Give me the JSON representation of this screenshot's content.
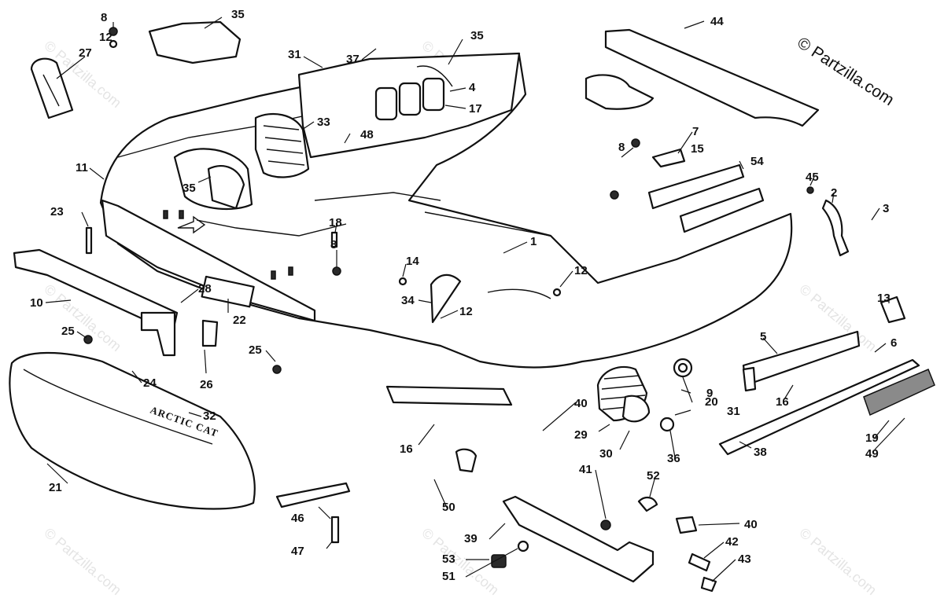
{
  "copyright": "© Partzilla.com",
  "watermark": "© Partzilla.com",
  "decal_text": "ARCTIC CAT",
  "callouts": [
    {
      "id": "c8a",
      "label": "8"
    },
    {
      "id": "c12a",
      "label": "12"
    },
    {
      "id": "c27",
      "label": "27"
    },
    {
      "id": "c35a",
      "label": "35"
    },
    {
      "id": "c35b",
      "label": "35"
    },
    {
      "id": "c35c",
      "label": "35"
    },
    {
      "id": "c31a",
      "label": "31"
    },
    {
      "id": "c37",
      "label": "37"
    },
    {
      "id": "c4",
      "label": "4"
    },
    {
      "id": "c17",
      "label": "17"
    },
    {
      "id": "c33",
      "label": "33"
    },
    {
      "id": "c48",
      "label": "48"
    },
    {
      "id": "c44",
      "label": "44"
    },
    {
      "id": "c7",
      "label": "7"
    },
    {
      "id": "c8b",
      "label": "8"
    },
    {
      "id": "c15",
      "label": "15"
    },
    {
      "id": "c54",
      "label": "54"
    },
    {
      "id": "c45",
      "label": "45"
    },
    {
      "id": "c2",
      "label": "2"
    },
    {
      "id": "c3",
      "label": "3"
    },
    {
      "id": "c11",
      "label": "11"
    },
    {
      "id": "c23",
      "label": "23"
    },
    {
      "id": "c18",
      "label": "18"
    },
    {
      "id": "c8c",
      "label": "8"
    },
    {
      "id": "c1",
      "label": "1"
    },
    {
      "id": "c14",
      "label": "14"
    },
    {
      "id": "c12b",
      "label": "12"
    },
    {
      "id": "c12c",
      "label": "12"
    },
    {
      "id": "c34",
      "label": "34"
    },
    {
      "id": "c28",
      "label": "28"
    },
    {
      "id": "c22",
      "label": "22"
    },
    {
      "id": "c10",
      "label": "10"
    },
    {
      "id": "c25a",
      "label": "25"
    },
    {
      "id": "c25b",
      "label": "25"
    },
    {
      "id": "c24",
      "label": "24"
    },
    {
      "id": "c26",
      "label": "26"
    },
    {
      "id": "c13",
      "label": "13"
    },
    {
      "id": "c5",
      "label": "5"
    },
    {
      "id": "c6",
      "label": "6"
    },
    {
      "id": "c20",
      "label": "20"
    },
    {
      "id": "c9",
      "label": "9"
    },
    {
      "id": "c16a",
      "label": "16"
    },
    {
      "id": "c16b",
      "label": "16"
    },
    {
      "id": "c31b",
      "label": "31"
    },
    {
      "id": "c40a",
      "label": "40"
    },
    {
      "id": "c29",
      "label": "29"
    },
    {
      "id": "c30",
      "label": "30"
    },
    {
      "id": "c36",
      "label": "36"
    },
    {
      "id": "c19",
      "label": "19"
    },
    {
      "id": "c49",
      "label": "49"
    },
    {
      "id": "c38",
      "label": "38"
    },
    {
      "id": "c32",
      "label": "32"
    },
    {
      "id": "c21",
      "label": "21"
    },
    {
      "id": "c46",
      "label": "46"
    },
    {
      "id": "c47",
      "label": "47"
    },
    {
      "id": "c50",
      "label": "50"
    },
    {
      "id": "c41",
      "label": "41"
    },
    {
      "id": "c52",
      "label": "52"
    },
    {
      "id": "c39",
      "label": "39"
    },
    {
      "id": "c40b",
      "label": "40"
    },
    {
      "id": "c42",
      "label": "42"
    },
    {
      "id": "c43",
      "label": "43"
    },
    {
      "id": "c53",
      "label": "53"
    },
    {
      "id": "c51",
      "label": "51"
    }
  ]
}
